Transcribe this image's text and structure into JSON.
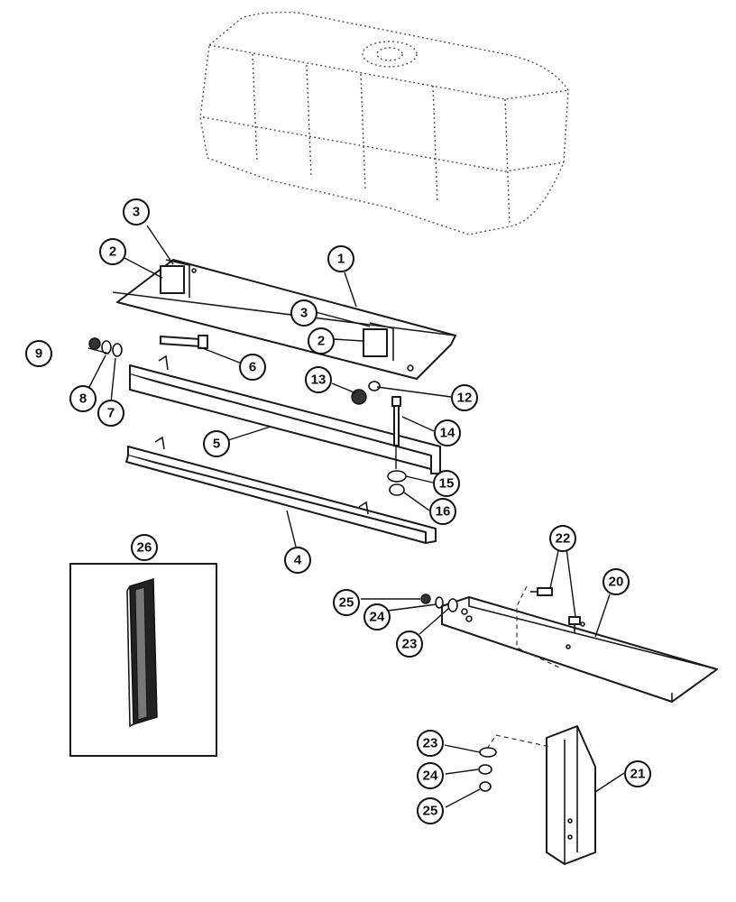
{
  "callouts": {
    "c1": "1",
    "c2a": "2",
    "c2b": "2",
    "c3a": "3",
    "c3b": "3",
    "c4": "4",
    "c5": "5",
    "c6": "6",
    "c7": "7",
    "c8": "8",
    "c9": "9",
    "c12": "12",
    "c13": "13",
    "c14": "14",
    "c15": "15",
    "c16": "16",
    "c20": "20",
    "c21": "21",
    "c22": "22",
    "c23a": "23",
    "c23b": "23",
    "c24a": "24",
    "c24b": "24",
    "c25a": "25",
    "c25b": "25",
    "c26": "26"
  }
}
